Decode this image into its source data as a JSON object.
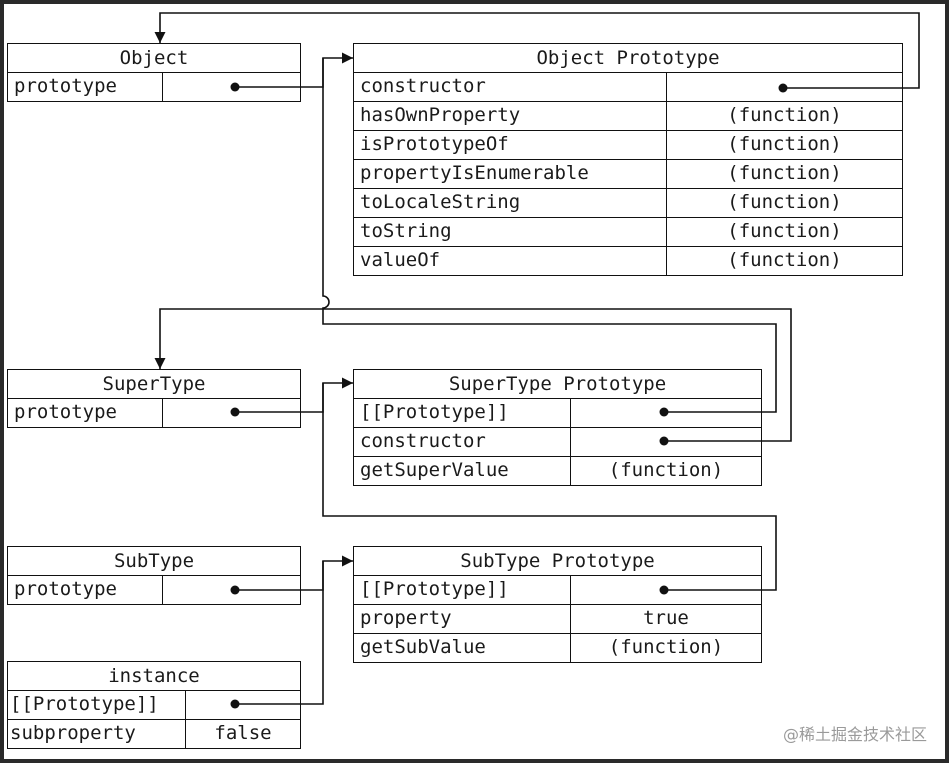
{
  "object": {
    "title": "Object",
    "rows": [
      {
        "key": "prototype",
        "value": ""
      }
    ]
  },
  "object_prototype": {
    "title": "Object Prototype",
    "rows": [
      {
        "key": "constructor",
        "value": ""
      },
      {
        "key": "hasOwnProperty",
        "value": "(function)"
      },
      {
        "key": "isPrototypeOf",
        "value": "(function)"
      },
      {
        "key": "propertyIsEnumerable",
        "value": "(function)"
      },
      {
        "key": "toLocaleString",
        "value": "(function)"
      },
      {
        "key": "toString",
        "value": "(function)"
      },
      {
        "key": "valueOf",
        "value": "(function)"
      }
    ]
  },
  "supertype": {
    "title": "SuperType",
    "rows": [
      {
        "key": "prototype",
        "value": ""
      }
    ]
  },
  "supertype_prototype": {
    "title": "SuperType Prototype",
    "rows": [
      {
        "key": "[[Prototype]]",
        "value": ""
      },
      {
        "key": "constructor",
        "value": ""
      },
      {
        "key": "getSuperValue",
        "value": "(function)"
      }
    ]
  },
  "subtype": {
    "title": "SubType",
    "rows": [
      {
        "key": "prototype",
        "value": ""
      }
    ]
  },
  "subtype_prototype": {
    "title": "SubType Prototype",
    "rows": [
      {
        "key": "[[Prototype]]",
        "value": ""
      },
      {
        "key": "property",
        "value": "true"
      },
      {
        "key": "getSubValue",
        "value": "(function)"
      }
    ]
  },
  "instance": {
    "title": "instance",
    "rows": [
      {
        "key": "[[Prototype]]",
        "value": ""
      },
      {
        "key": "subproperty",
        "value": "false"
      }
    ]
  },
  "watermark": "@稀土掘金技术社区"
}
